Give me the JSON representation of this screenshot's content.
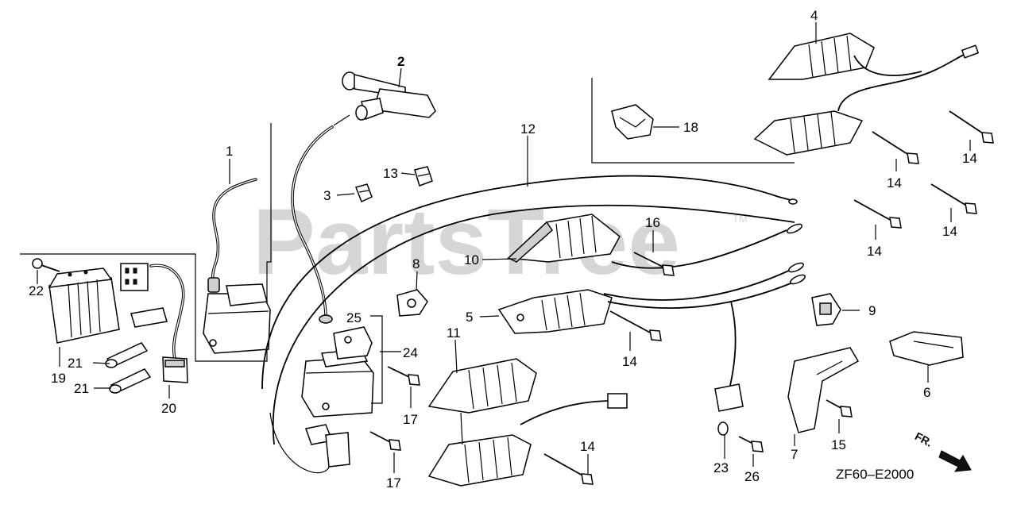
{
  "watermark": {
    "text": "PartsTree",
    "tm": "TM"
  },
  "diagram_code": "ZF60–E2000",
  "direction_label": "FR.",
  "callouts": [
    {
      "id": "c1",
      "label": "1"
    },
    {
      "id": "c2",
      "label": "2"
    },
    {
      "id": "c3",
      "label": "3"
    },
    {
      "id": "c4",
      "label": "4"
    },
    {
      "id": "c5",
      "label": "5"
    },
    {
      "id": "c6",
      "label": "6"
    },
    {
      "id": "c7",
      "label": "7"
    },
    {
      "id": "c8",
      "label": "8"
    },
    {
      "id": "c9",
      "label": "9"
    },
    {
      "id": "c10",
      "label": "10"
    },
    {
      "id": "c11",
      "label": "11"
    },
    {
      "id": "c12",
      "label": "12"
    },
    {
      "id": "c13",
      "label": "13"
    },
    {
      "id": "c14a",
      "label": "14"
    },
    {
      "id": "c14b",
      "label": "14"
    },
    {
      "id": "c14c",
      "label": "14"
    },
    {
      "id": "c14d",
      "label": "14"
    },
    {
      "id": "c14e",
      "label": "14"
    },
    {
      "id": "c14f",
      "label": "14"
    },
    {
      "id": "c15",
      "label": "15"
    },
    {
      "id": "c16",
      "label": "16"
    },
    {
      "id": "c17a",
      "label": "17"
    },
    {
      "id": "c17b",
      "label": "17"
    },
    {
      "id": "c18",
      "label": "18"
    },
    {
      "id": "c19",
      "label": "19"
    },
    {
      "id": "c20",
      "label": "20"
    },
    {
      "id": "c21a",
      "label": "21"
    },
    {
      "id": "c21b",
      "label": "21"
    },
    {
      "id": "c22",
      "label": "22"
    },
    {
      "id": "c23",
      "label": "23"
    },
    {
      "id": "c24",
      "label": "24"
    },
    {
      "id": "c25",
      "label": "25"
    },
    {
      "id": "c26",
      "label": "26"
    }
  ]
}
